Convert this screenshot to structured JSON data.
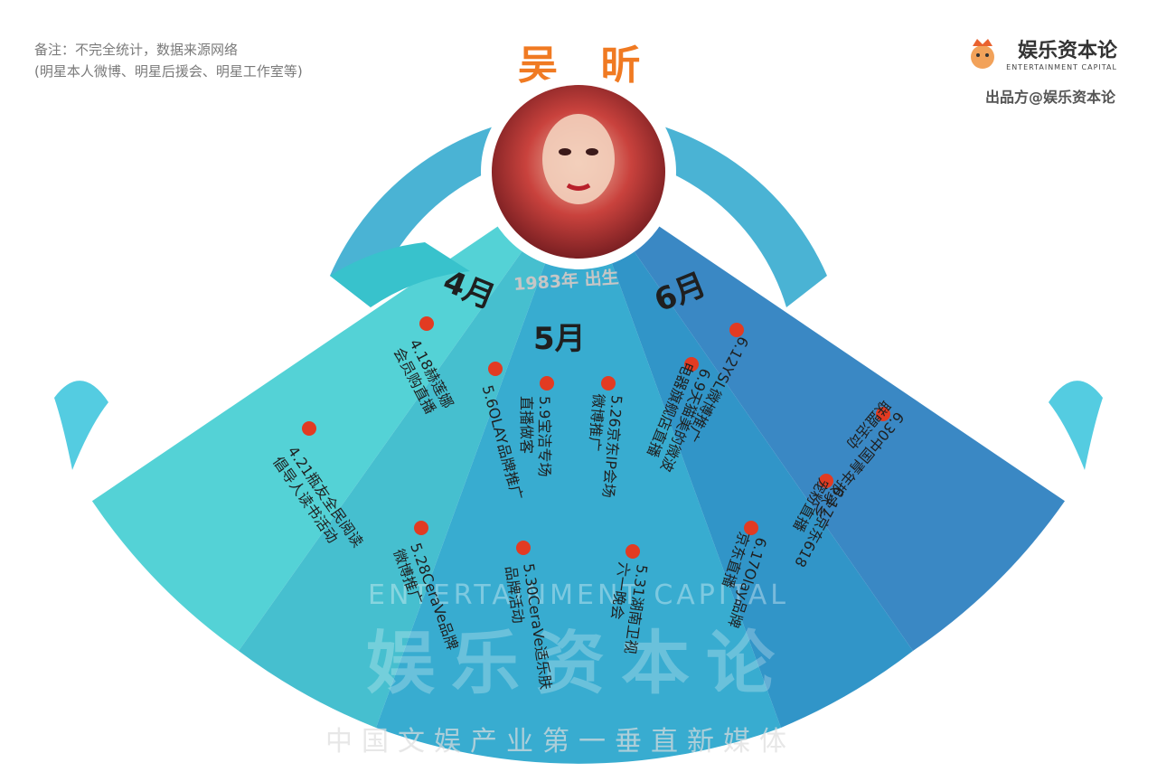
{
  "header": {
    "note_line1": "备注：不完全统计，数据来源网络",
    "note_line2": "(明星本人微博、明星后援会、明星工作室等)",
    "celebrity_name": "吴 昕",
    "birth": "1983年 出生"
  },
  "brand": {
    "name": "娱乐资本论",
    "subtitle": "ENTERTAINMENT CAPITAL",
    "credit": "出品方@娱乐资本论"
  },
  "watermark": {
    "line1": "ENTERTAINMENT CAPITAL",
    "line2": "娱乐资本论",
    "line3": "中国文娱产业第一垂直新媒体"
  },
  "months": [
    {
      "label": "4月",
      "color": "#48c8d0",
      "events": [
        "4.18赫莲娜\n会员购直播",
        "4.21瓶友全民阅读\n倡导人读书活动"
      ]
    },
    {
      "label": "5月",
      "color": "#3cb0d0",
      "events": [
        "5.6OLAY品牌推广",
        "5.9宝洁专场\n直播做客",
        "5.26京东IP会场\n微博推广",
        "5.28CeraVe品牌\n微博推广",
        "5.30CeraVe适乐肤\n品牌活动",
        "5.31湖南卫视\n六一晚会"
      ]
    },
    {
      "label": "6月",
      "color": "#2e8cc8",
      "events": [
        "6.12YSL微博推广",
        "6.9天猫美的微波\n电器旗舰店直播",
        "6.30中国青年报家乡\n联盟活动",
        "6.17京东618\n宠粉直播",
        "6.17Olay品牌\n京东直播"
      ]
    }
  ]
}
